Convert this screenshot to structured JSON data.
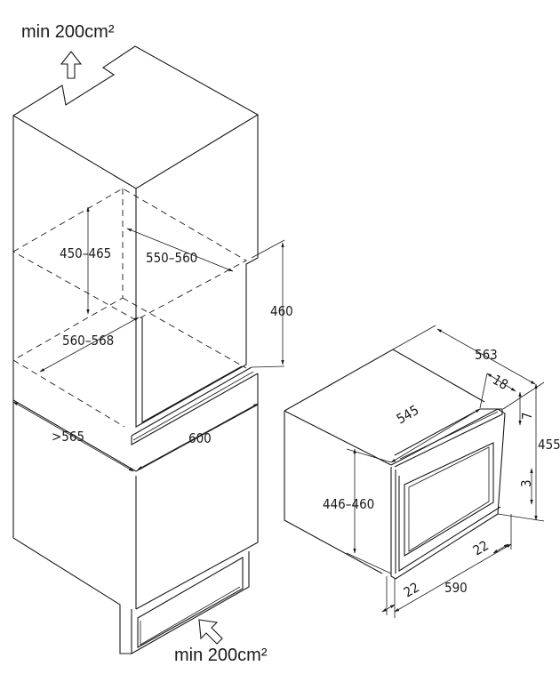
{
  "ventilation": {
    "top": "min 200cm²",
    "bottom": "min 200cm²"
  },
  "cabinet_dimensions": {
    "niche_depth": "450–465",
    "niche_width": "550–560",
    "niche_height": "460",
    "base_depth": "560–568",
    "cabinet_depth": ">565",
    "cabinet_width": "600"
  },
  "appliance_dimensions": {
    "overall_depth": "563",
    "front_depth": "18",
    "body_depth": "545",
    "top_offset": "7",
    "overall_height": "455",
    "body_height": "446–460",
    "bottom_offset": "3",
    "side_margin_right": "22",
    "side_margin_left": "22",
    "overall_width": "590"
  }
}
